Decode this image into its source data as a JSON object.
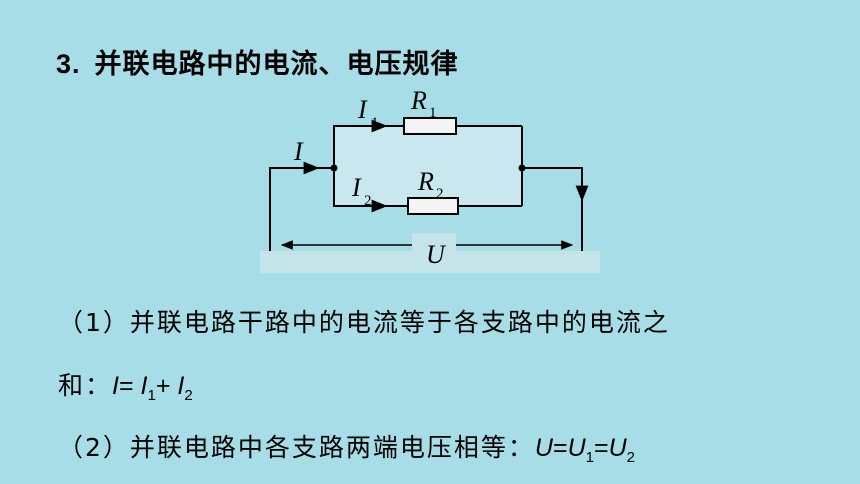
{
  "heading": {
    "number": "3.",
    "text": "并联电路中的电流、电压规律"
  },
  "circuit": {
    "label_I": "I",
    "label_I1": "I",
    "label_I1_sub": "1",
    "label_I2": "I",
    "label_I2_sub": "2",
    "label_R1": "R",
    "label_R1_sub": "1",
    "label_R2": "R",
    "label_R2_sub": "2",
    "label_U": "U"
  },
  "rules": {
    "rule1_text": "（1）并联电路干路中的电流等于各支路中的电流之",
    "rule1_cont": "和：",
    "rule1_f_I": "I",
    "rule1_f_eq": "=",
    "rule1_f_I1": "I",
    "rule1_f_I1_sub": "1",
    "rule1_f_plus": "+",
    "rule1_f_I2": "I",
    "rule1_f_I2_sub": "2",
    "rule2_text": "（2）并联电路中各支路两端电压相等：",
    "rule2_f_U": "U",
    "rule2_f_eq1": "=",
    "rule2_f_U1": "U",
    "rule2_f_U1_sub": "1",
    "rule2_f_eq2": "=",
    "rule2_f_U2": "U",
    "rule2_f_U2_sub": "2"
  },
  "colors": {
    "background": "#a6dde6",
    "branch_box": "#c9e7ee",
    "battery_bar": "#c5e4ea"
  }
}
